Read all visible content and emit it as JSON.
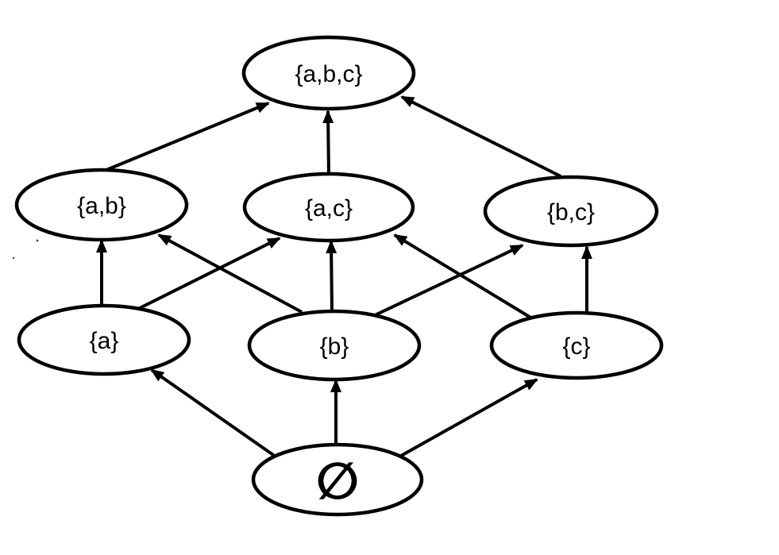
{
  "diagram": {
    "type": "hasse-diagram",
    "background_color": "#ffffff",
    "line_color": "#000000",
    "text_color": "#000000",
    "nodes": [
      {
        "id": "abc",
        "label": "{a,b,c}"
      },
      {
        "id": "ab",
        "label": "{a,b}"
      },
      {
        "id": "ac",
        "label": "{a,c}"
      },
      {
        "id": "bc",
        "label": "{b,c}"
      },
      {
        "id": "a",
        "label": "{a}"
      },
      {
        "id": "b",
        "label": "{b}"
      },
      {
        "id": "c",
        "label": "{c}"
      },
      {
        "id": "empty",
        "label": "∅"
      }
    ],
    "edges": [
      {
        "from": "∅",
        "to": "{a}"
      },
      {
        "from": "∅",
        "to": "{b}"
      },
      {
        "from": "∅",
        "to": "{c}"
      },
      {
        "from": "{a}",
        "to": "{a,b}"
      },
      {
        "from": "{a}",
        "to": "{a,c}"
      },
      {
        "from": "{b}",
        "to": "{a,b}"
      },
      {
        "from": "{b}",
        "to": "{a,c}"
      },
      {
        "from": "{b}",
        "to": "{b,c}"
      },
      {
        "from": "{c}",
        "to": "{a,c}"
      },
      {
        "from": "{c}",
        "to": "{b,c}"
      },
      {
        "from": "{a,b}",
        "to": "{a,b,c}"
      },
      {
        "from": "{a,c}",
        "to": "{a,b,c}"
      },
      {
        "from": "{b,c}",
        "to": "{a,b,c}"
      }
    ]
  }
}
